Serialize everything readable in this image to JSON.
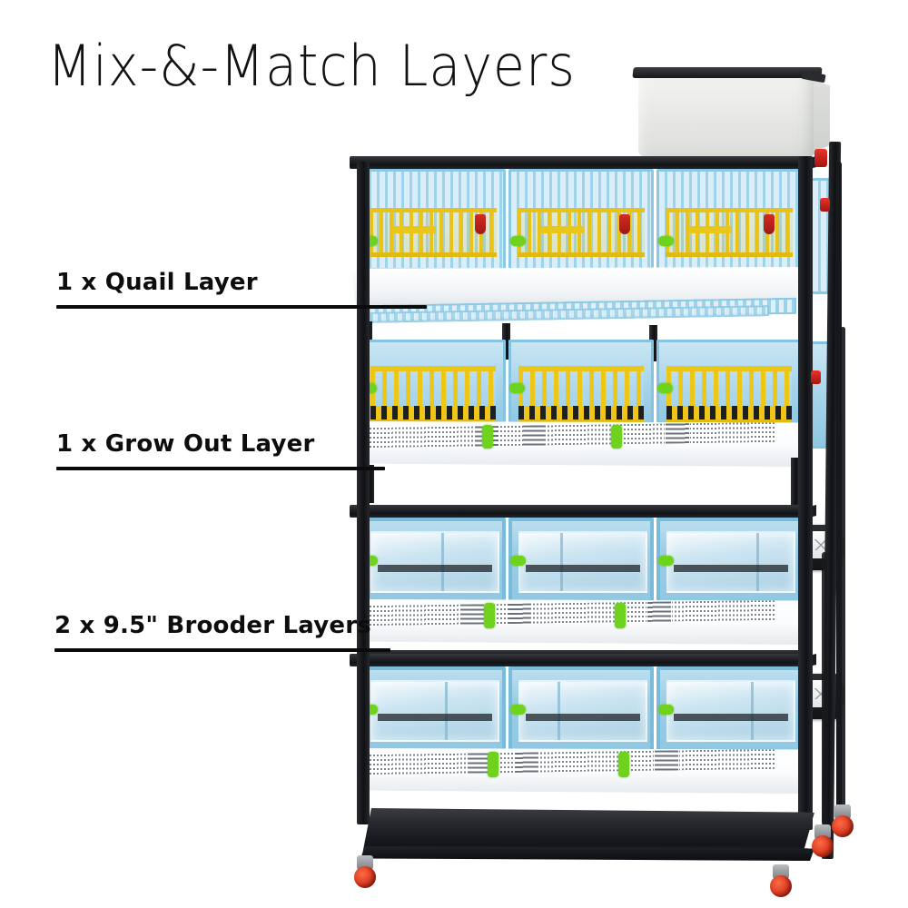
{
  "page": {
    "title": "Mix-&-Match Layers",
    "background_color": "#ffffff"
  },
  "annotations": [
    {
      "id": "quail",
      "label": "1 x Quail Layer",
      "has_rule": true
    },
    {
      "id": "grow",
      "label": "1 x Grow Out Layer",
      "has_rule": true
    },
    {
      "id": "brooder",
      "label": "2 x 9.5\" Brooder Layers",
      "has_rule": true
    }
  ],
  "product": {
    "name": "multi-layer-poultry-brooder-rack",
    "water_tank": {
      "name": "water-reservoir-tank",
      "material": "translucent-white-plastic",
      "lid_color": "#1a1b1f"
    },
    "frame_color": "#15161a",
    "cage_color": "#a9d6ec",
    "accent_colors": {
      "cage_blue": "#a9d6ec",
      "divider_yellow": "#ebc616",
      "clip_green": "#6fd21c",
      "drinker_red": "#c6261d",
      "caster_orange": "#cf2e16",
      "frame_black": "#15161a",
      "trough_white": "#ffffff"
    },
    "layers": [
      {
        "id": "quail",
        "type": "quail-layer",
        "cells": 3,
        "has_yellow_dividers": true,
        "has_egg_slat_tray": true,
        "has_thermostat": false
      },
      {
        "id": "grow",
        "type": "grow-out-layer",
        "cells": 3,
        "has_yellow_dividers": true,
        "has_egg_slat_tray": false,
        "has_thermostat": false
      },
      {
        "id": "brooder1",
        "type": "brooder-layer",
        "cells": 3,
        "has_yellow_dividers": false,
        "has_egg_slat_tray": false,
        "has_thermostat": true
      },
      {
        "id": "brooder2",
        "type": "brooder-layer",
        "cells": 3,
        "has_yellow_dividers": false,
        "has_egg_slat_tray": false,
        "has_thermostat": true
      }
    ],
    "casters": 4,
    "thermostat_boxes": 2,
    "water_valves": 2
  }
}
